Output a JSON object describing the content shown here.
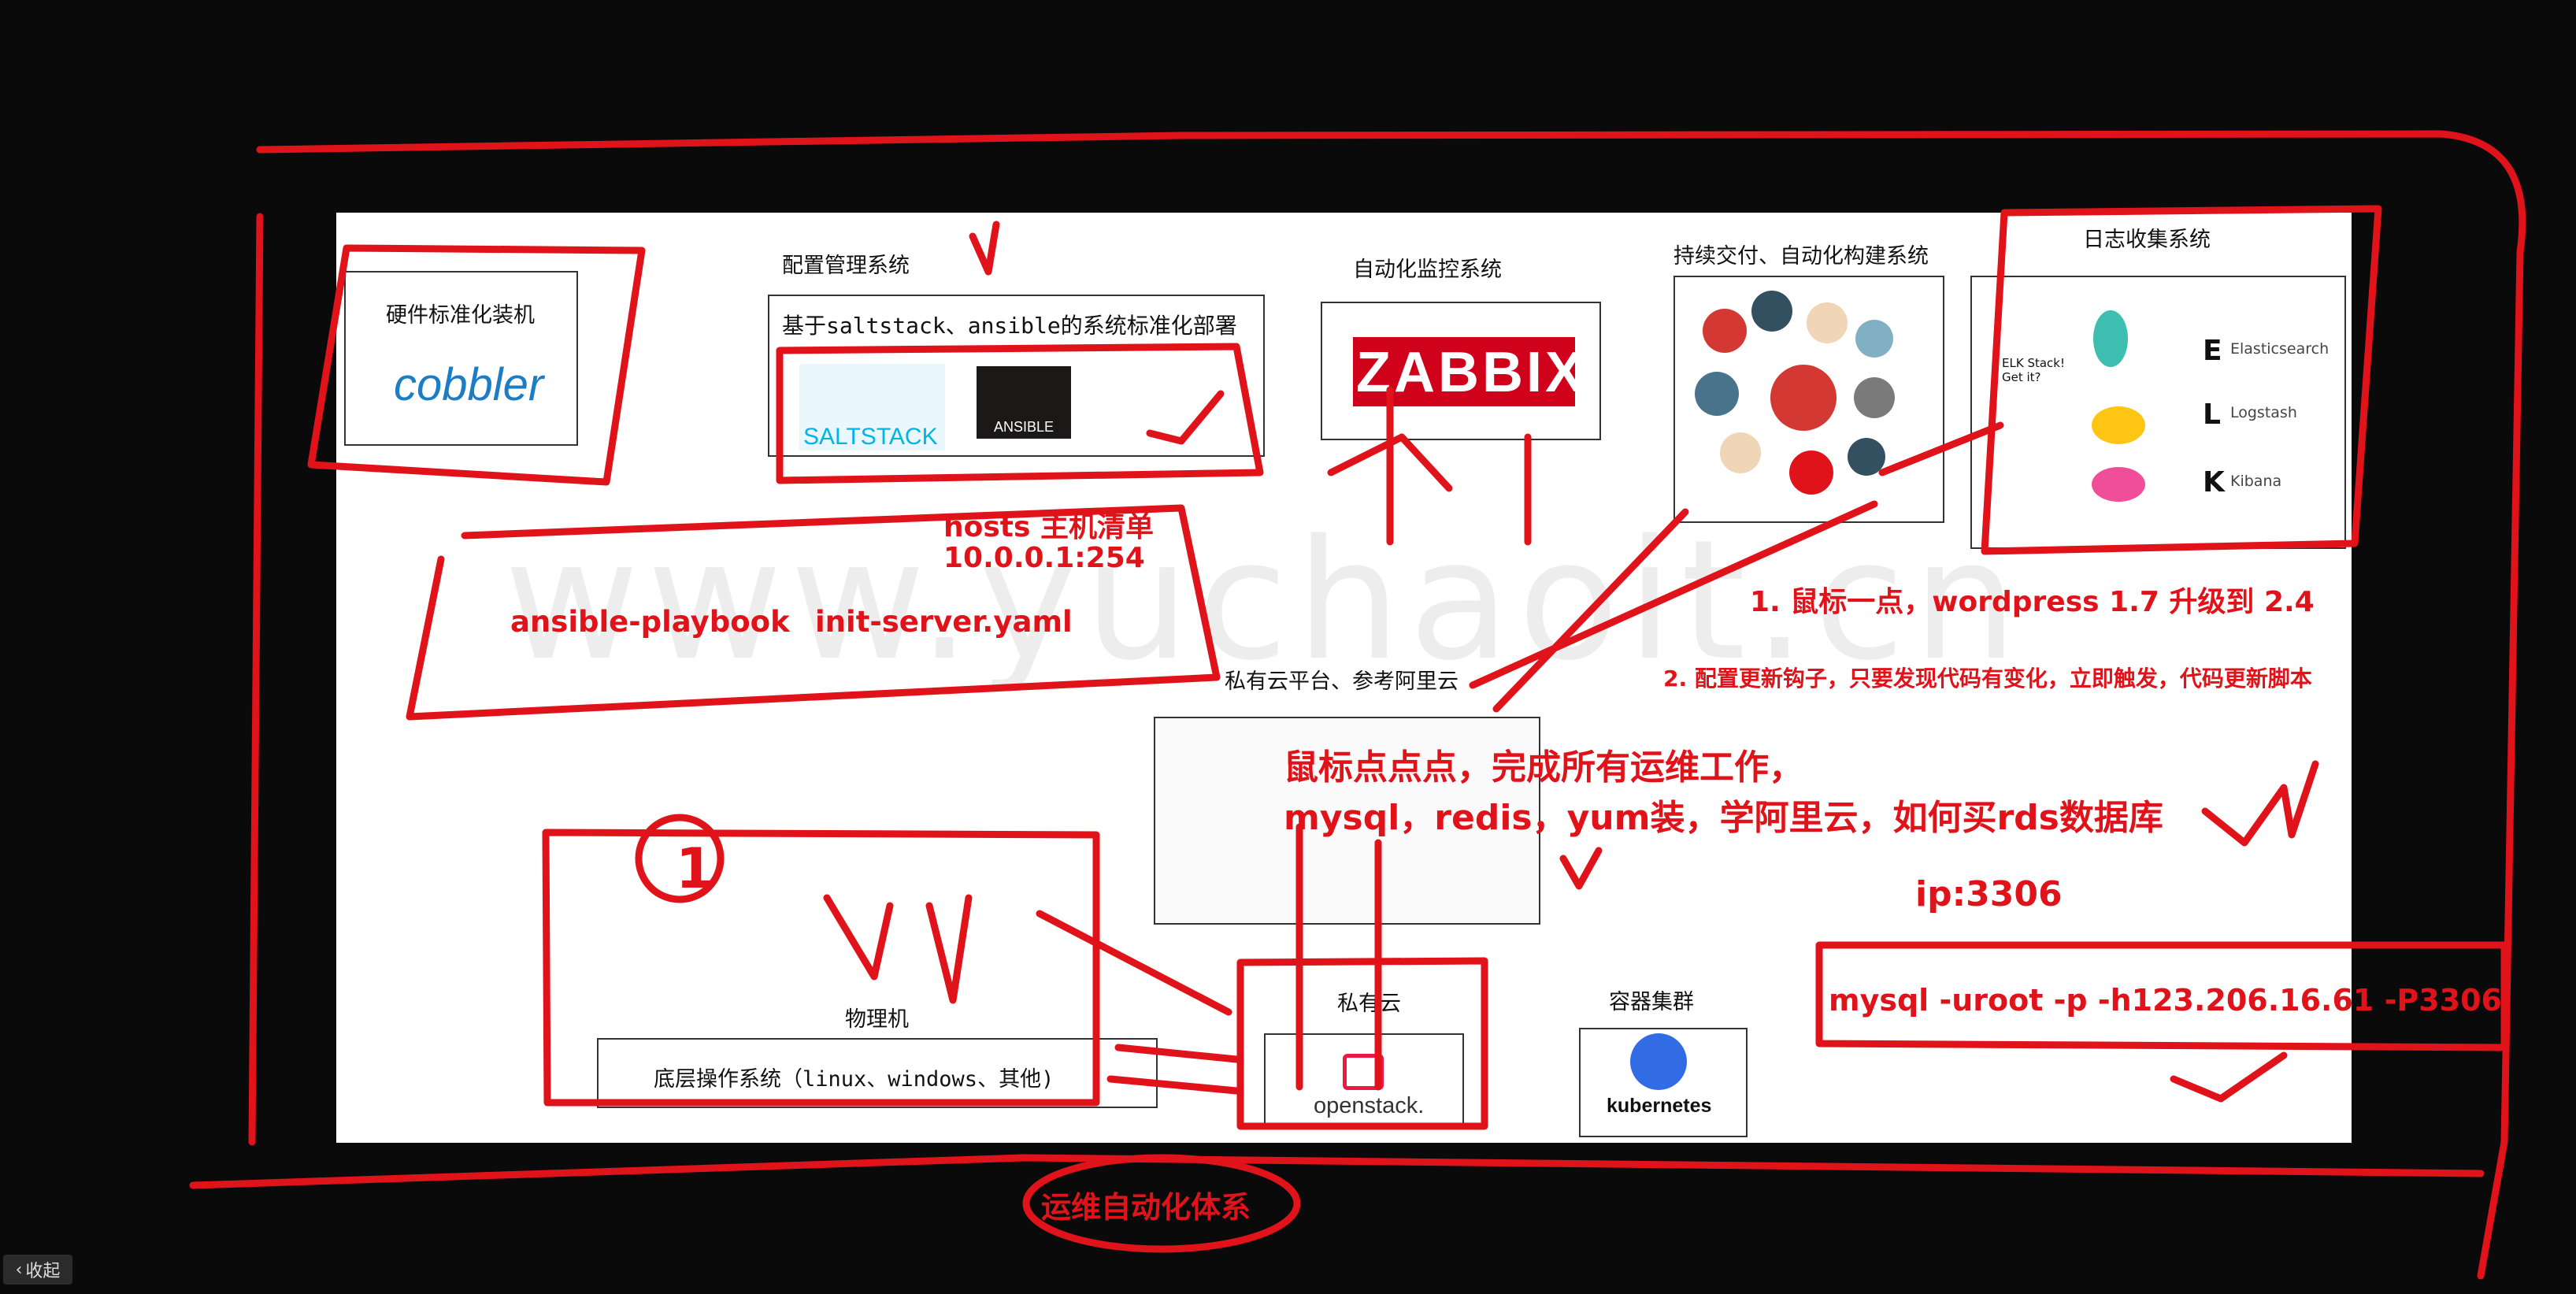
{
  "watermark": "www.yuchaoit.cn",
  "sections": {
    "hardware": {
      "title": "硬件标准化装机",
      "logo": "cobbler"
    },
    "config": {
      "title": "配置管理系统",
      "subtitle": "基于saltstack、ansible的系统标准化部署",
      "logos": [
        "SALTSTACK",
        "ANSIBLE"
      ]
    },
    "monitor": {
      "title": "自动化监控系统",
      "logo": "ZABBIX"
    },
    "cicd": {
      "title": "持续交付、自动化构建系统"
    },
    "logs": {
      "title": "日志收集系统",
      "bubble": "ELK Stack!\nGet it?",
      "items": [
        {
          "letter": "E",
          "name": "Elasticsearch"
        },
        {
          "letter": "L",
          "name": "Logstash"
        },
        {
          "letter": "K",
          "name": "Kibana"
        }
      ]
    },
    "private_cloud_platform": {
      "title": "私有云平台、参考阿里云"
    },
    "physical": {
      "title": "物理机",
      "os": "底层操作系统（linux、windows、其他)"
    },
    "private_cloud": {
      "title": "私有云",
      "logo": "openstack."
    },
    "container": {
      "title": "容器集群",
      "logo": "kubernetes"
    }
  },
  "annotations": {
    "hosts": "hosts 主机清单",
    "ip": "10.0.0.1:254",
    "playbook": "ansible-playbook",
    "init": "init-server.yaml",
    "wordpress": "1. 鼠标一点，wordpress 1.7 升级到 2.4",
    "hook": "2. 配置更新钩子，只要发现代码有变化，立即触发，代码更新脚本",
    "click1": "鼠标点点点，完成所有运维工作，",
    "click2": "mysql，redis，yum装，学阿里云，如何买rds数据库",
    "port": "ip:3306",
    "mysql": "mysql -uroot -p -h123.206.16.61 -P3306",
    "circle_num": "1",
    "bottom_title": "运维自动化体系"
  },
  "ui": {
    "collapse": "收起",
    "collapse_icon": "chevron-left-icon"
  },
  "colors": {
    "annotation": "#e0131a",
    "zabbix": "#d0021b",
    "ansible": "#1a1918",
    "saltstack": "#00b4e6",
    "k8s": "#326ce5",
    "openstack": "#ed1944"
  }
}
